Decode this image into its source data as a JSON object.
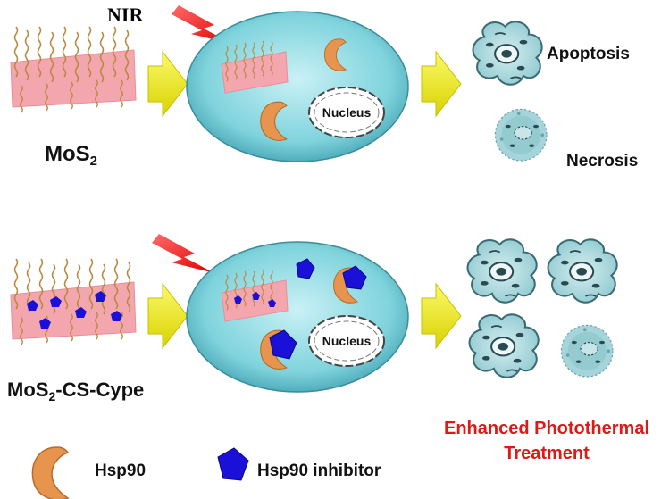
{
  "top": {
    "nir_label": "NIR",
    "material_label_base": "MoS",
    "material_label_sub": "2",
    "nucleus_label": "Nucleus",
    "outcome_1": "Apoptosis",
    "outcome_2": "Necrosis"
  },
  "bottom": {
    "material_label_base": "MoS",
    "material_label_sub": "2",
    "material_label_suffix": "-CS-Cype",
    "nucleus_label": "Nucleus",
    "result_line_1": "Enhanced Photothermal",
    "result_line_2": "Treatment"
  },
  "legend": {
    "hsp90_label": "Hsp90",
    "inhibitor_label": "Hsp90 inhibitor"
  },
  "colors": {
    "sheet": "#f4a6ae",
    "cell": "#7fd3dc",
    "arrow": "#f2ef1b",
    "hsp90": "#e7944e",
    "inhibitor": "#1a10d8",
    "lightning": "#ff1a1a",
    "result_text": "#e01818"
  }
}
